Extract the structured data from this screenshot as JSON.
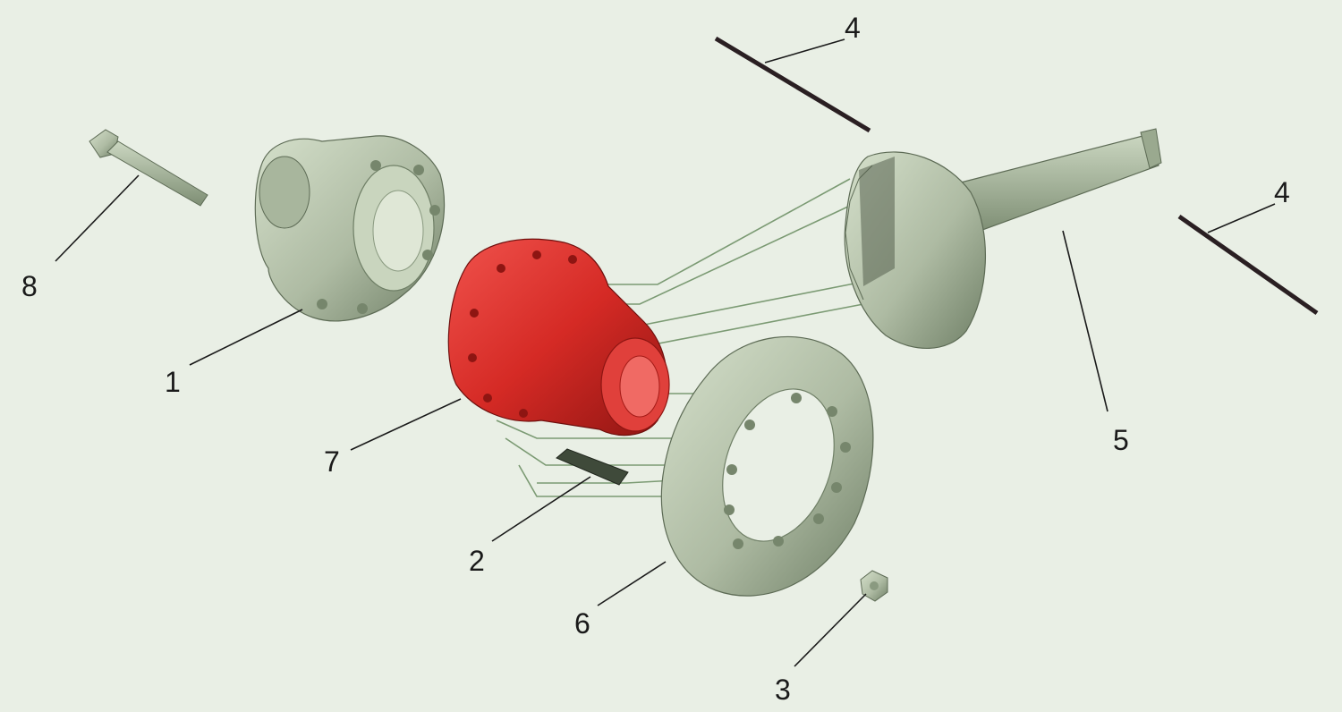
{
  "callouts": [
    {
      "id": "1",
      "text": "1"
    },
    {
      "id": "2",
      "text": "2"
    },
    {
      "id": "3",
      "text": "3"
    },
    {
      "id": "4a",
      "text": "4"
    },
    {
      "id": "4b",
      "text": "4"
    },
    {
      "id": "5",
      "text": "5"
    },
    {
      "id": "6",
      "text": "6"
    },
    {
      "id": "7",
      "text": "7"
    },
    {
      "id": "8",
      "text": "8"
    }
  ],
  "colors": {
    "background": "#e9efe5",
    "part": "#b9c7ae",
    "part_shadow": "#6f7f66",
    "housing_highlight": "#e0342f",
    "housing_shadow": "#8e1512",
    "leader": "#1a1a1a",
    "ghost_line": "#7b9a73"
  },
  "icons": [
    "bolt-icon",
    "cup-half-icon",
    "differential-case-icon",
    "pin-icon",
    "ring-gear-icon",
    "pinion-shaft-icon",
    "nut-icon",
    "shim-icon"
  ]
}
